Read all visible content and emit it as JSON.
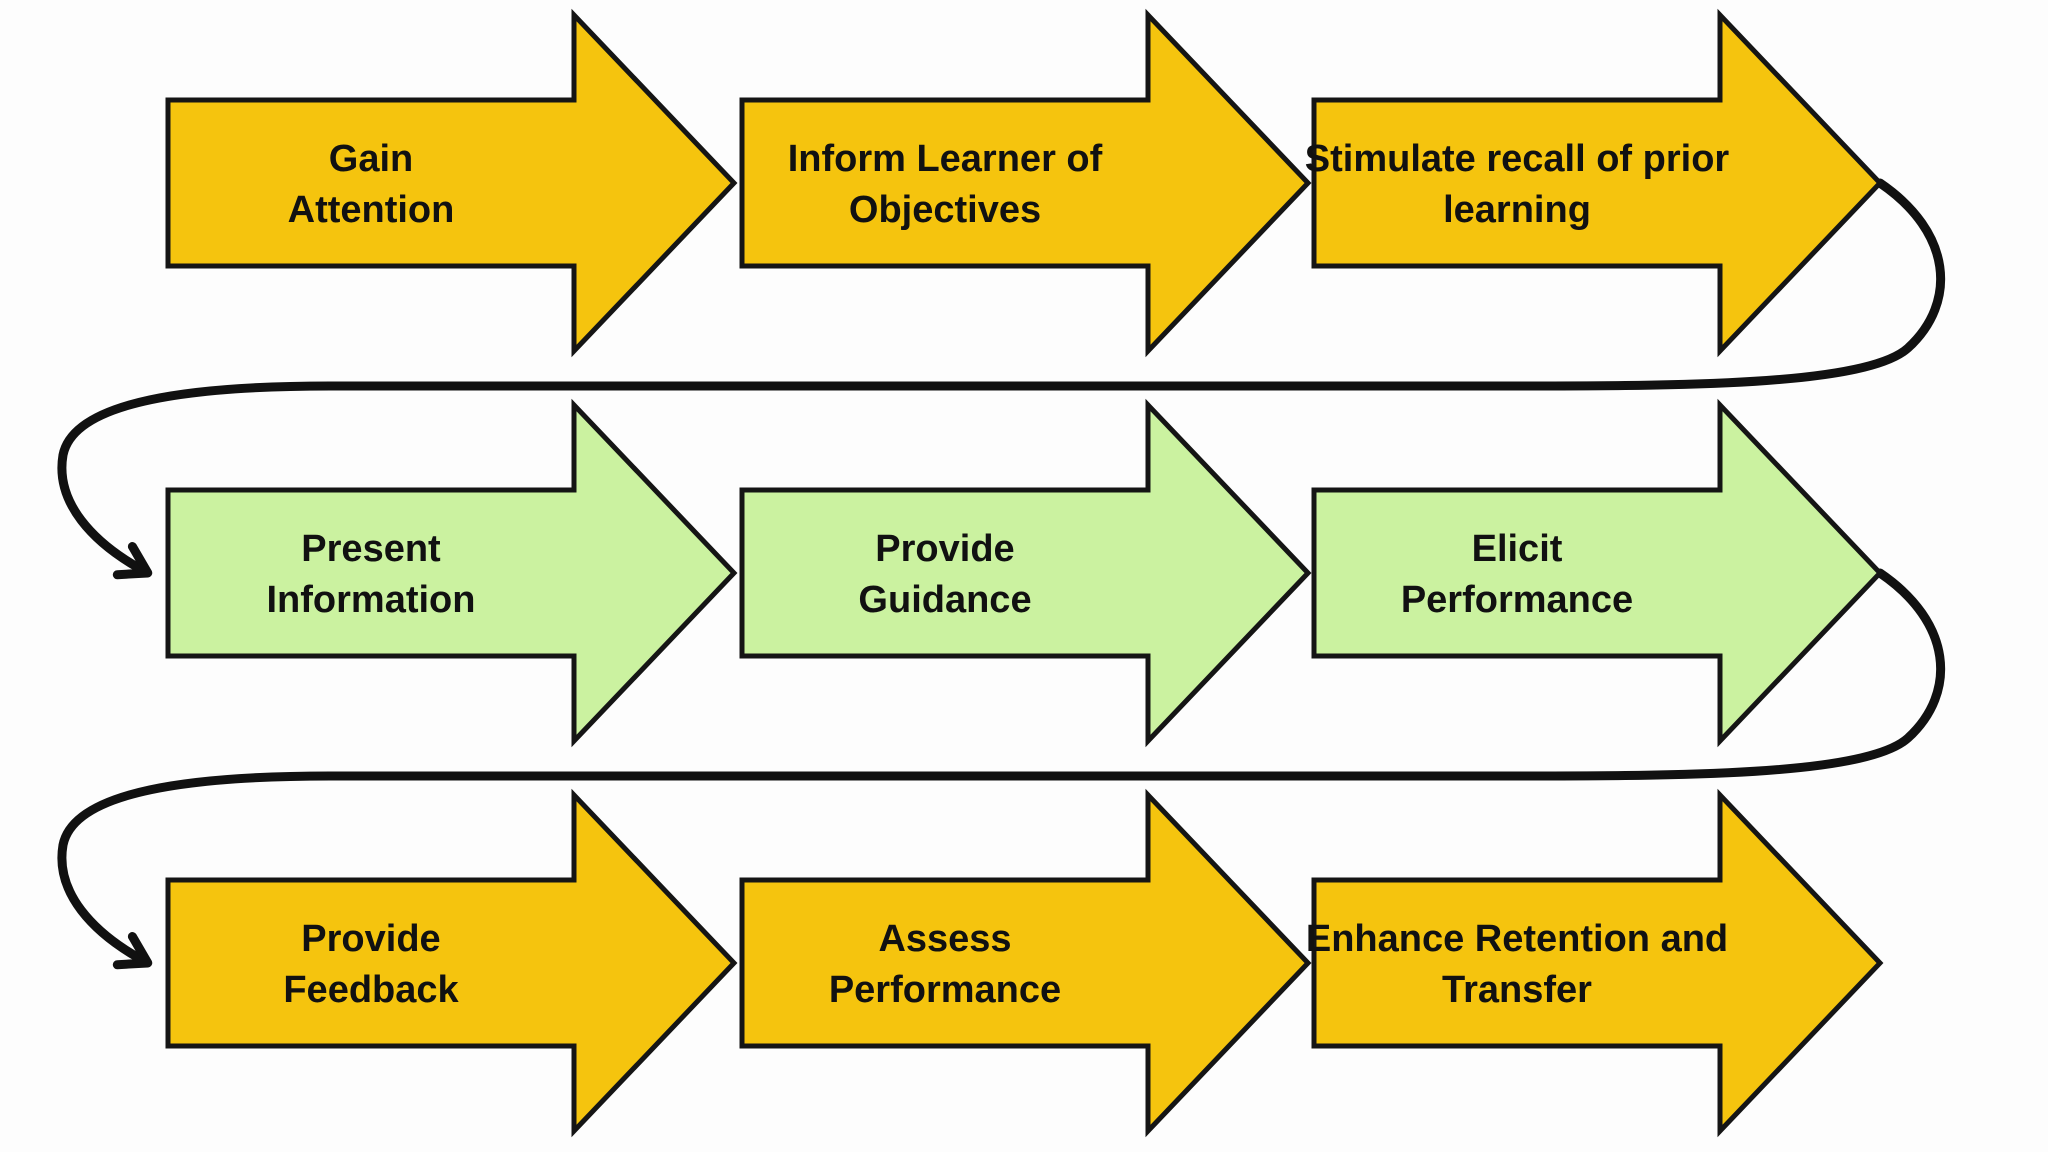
{
  "diagram": {
    "description": "Nine-step instructional flow shown as three rows of block arrows linked by curved wrap-around connectors",
    "colors": {
      "gold": "#F5C40E",
      "green": "#CBF2A0",
      "outline": "#151515",
      "connector": "#111111",
      "text": "#111111",
      "background": "#FDFDFD"
    },
    "rows": [
      {
        "fill": "gold",
        "arrows": [
          {
            "id": "gain-attention",
            "lines": [
              "Gain",
              "Attention"
            ]
          },
          {
            "id": "inform-learner-of-objectives",
            "lines": [
              "Inform Learner of",
              "Objectives"
            ]
          },
          {
            "id": "stimulate-recall-of-prior-learning",
            "lines": [
              "Stimulate recall of prior",
              "learning"
            ]
          }
        ]
      },
      {
        "fill": "green",
        "arrows": [
          {
            "id": "present-information",
            "lines": [
              "Present",
              "Information"
            ]
          },
          {
            "id": "provide-guidance",
            "lines": [
              "Provide",
              "Guidance"
            ]
          },
          {
            "id": "elicit-performance",
            "lines": [
              "Elicit",
              "Performance"
            ]
          }
        ]
      },
      {
        "fill": "gold",
        "arrows": [
          {
            "id": "provide-feedback",
            "lines": [
              "Provide",
              "Feedback"
            ]
          },
          {
            "id": "assess-performance",
            "lines": [
              "Assess",
              "Performance"
            ]
          },
          {
            "id": "enhance-retention-and-transfer",
            "lines": [
              "Enhance Retention and",
              "Transfer"
            ]
          }
        ]
      }
    ],
    "connectors": [
      {
        "id": "row1-to-row2",
        "from": "stimulate-recall-of-prior-learning",
        "to": "present-information"
      },
      {
        "id": "row2-to-row3",
        "from": "elicit-performance",
        "to": "provide-feedback"
      }
    ]
  }
}
